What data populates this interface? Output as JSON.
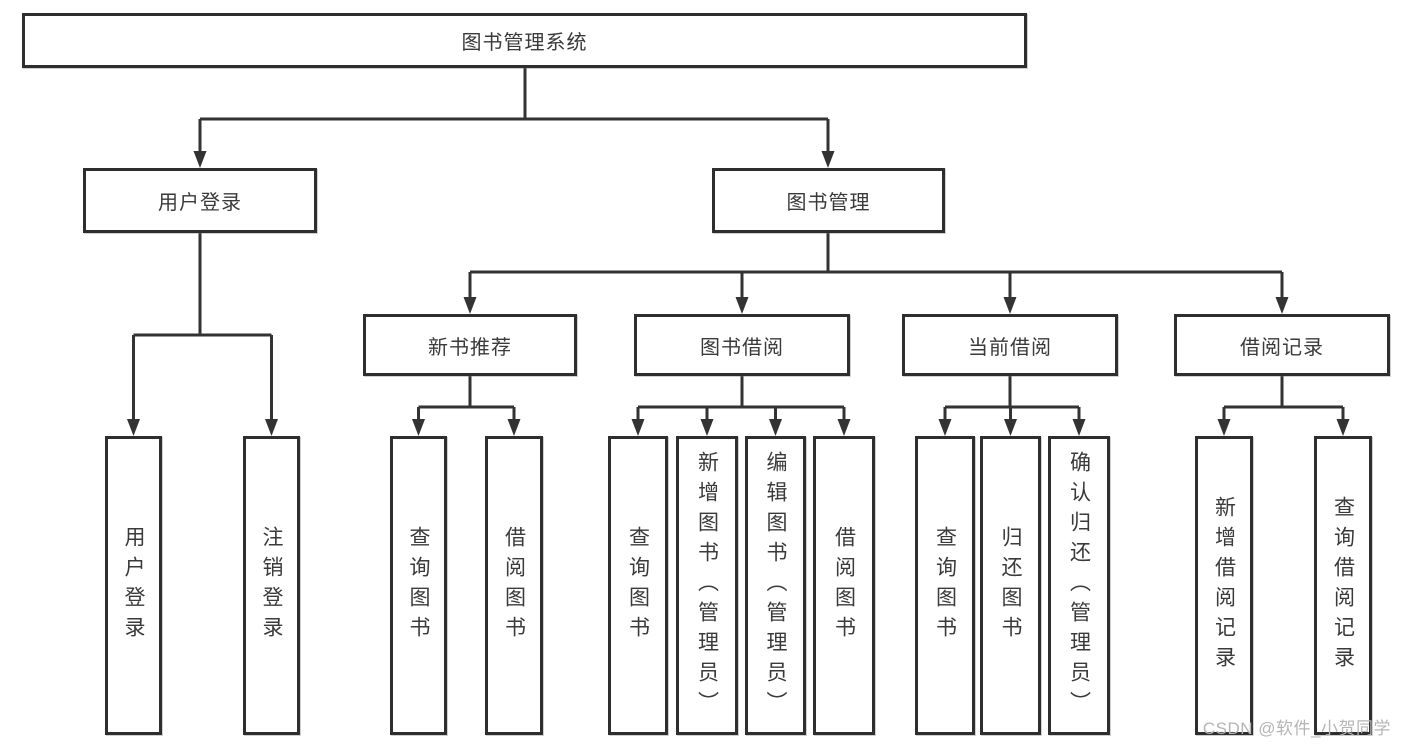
{
  "diagram": {
    "root": "图书管理系统",
    "level2": [
      "用户登录",
      "图书管理"
    ],
    "level3": [
      "新书推荐",
      "图书借阅",
      "当前借阅",
      "借阅记录"
    ],
    "leaves": [
      [
        "用户登录",
        "注销登录"
      ],
      [
        "查询图书",
        "借阅图书"
      ],
      [
        "查询图书",
        "新增图书（管理员）",
        "编辑图书（管理员）",
        "借阅图书"
      ],
      [
        "查询图书",
        "归还图书",
        "确认归还（管理员）"
      ],
      [
        "新增借阅记录",
        "查询借阅记录"
      ]
    ]
  },
  "watermark": "CSDN @软件_小贺同学",
  "colors": {
    "line": "#333333",
    "box_border": "#2e2e2e",
    "text": "#3a3a3a",
    "watermark_text": "#b5b5b5",
    "background": "#ffffff"
  }
}
